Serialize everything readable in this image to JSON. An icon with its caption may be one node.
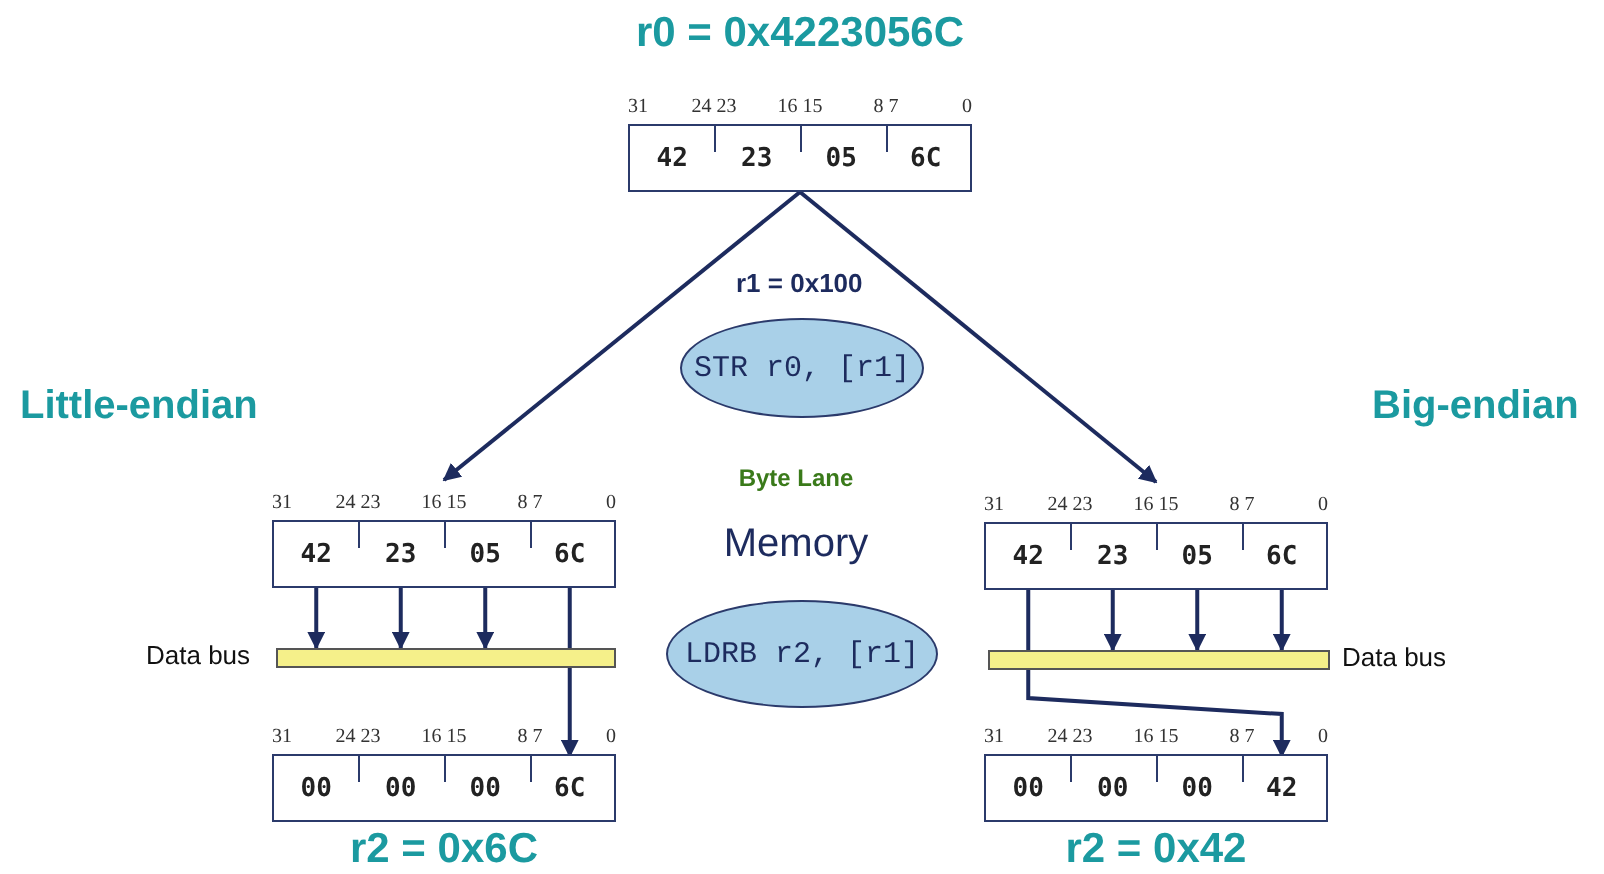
{
  "diagram": {
    "nodes": [
      {
        "text": [
          "r0 = 0x4223056C"
        ]
      },
      {
        "text": [
          "42"
        ],
        "in": 0
      },
      {
        "text": [
          "23"
        ],
        "in": 0
      },
      {
        "text": [
          "05"
        ],
        "in": 0
      },
      {
        "text": [
          "6C"
        ],
        "in": 0
      },
      {
        "text": [
          "STR r0, [r1]"
        ],
        "beside": [
          "r1 = 0x100"
        ]
      },
      {
        "text": [],
        "shape": "box"
      },
      {
        "text": [
          "42"
        ],
        "in": 6
      },
      {
        "text": [
          "23"
        ],
        "in": 6
      },
      {
        "text": [
          "05"
        ],
        "in": 6
      },
      {
        "text": [
          "6C"
        ],
        "in": 6
      },
      {
        "text": [],
        "shape": "box"
      },
      {
        "text": [
          "42"
        ],
        "in": 11
      },
      {
        "text": [
          "23"
        ],
        "in": 11
      },
      {
        "text": [
          "05"
        ],
        "in": 11
      },
      {
        "text": [
          "6C"
        ],
        "in": 11
      },
      {
        "text": [],
        "shape": "bar",
        "beside": [
          "Data bus"
        ]
      },
      {
        "text": [],
        "shape": "bar",
        "beside": [
          "Data bus"
        ]
      },
      {
        "text": [
          "LDRB r2, [r1]"
        ]
      },
      {
        "text": [
          "r2 = 0x6C"
        ]
      },
      {
        "text": [
          "00"
        ],
        "in": 19
      },
      {
        "text": [
          "00"
        ],
        "in": 19
      },
      {
        "text": [
          "00"
        ],
        "in": 19
      },
      {
        "text": [
          "6C"
        ],
        "in": 19
      },
      {
        "text": [
          "r2 = 0x42"
        ]
      },
      {
        "text": [
          "00"
        ],
        "in": 24
      },
      {
        "text": [
          "00"
        ],
        "in": 24
      },
      {
        "text": [
          "00"
        ],
        "in": 24
      },
      {
        "text": [
          "42"
        ],
        "in": 24
      }
    ],
    "edges": [
      {
        "from": 0,
        "to": 6,
        "arrow": "to"
      },
      {
        "from": 0,
        "to": 11,
        "arrow": "to"
      },
      {
        "from": 7,
        "to": 16,
        "arrow": "to"
      },
      {
        "from": 8,
        "to": 16,
        "arrow": "to"
      },
      {
        "from": 9,
        "to": 16,
        "arrow": "to"
      },
      {
        "from": 10,
        "to": 23,
        "arrow": "to"
      },
      {
        "from": 13,
        "to": 17,
        "arrow": "to"
      },
      {
        "from": 14,
        "to": 17,
        "arrow": "to"
      },
      {
        "from": 15,
        "to": 17,
        "arrow": "to"
      },
      {
        "from": 12,
        "to": 28,
        "arrow": "to"
      }
    ],
    "labels": [
      "31",
      "24 23",
      "16 15",
      "8 7",
      "0",
      "Little-endian",
      "Big-endian",
      "Byte Lane",
      "31",
      "24 23",
      "16 15",
      "8 7",
      "0",
      "31",
      "24 23",
      "16 15",
      "8 7",
      "0",
      "Memory",
      "31",
      "24 23",
      "16 15",
      "8 7",
      "0",
      "31",
      "24 23",
      "16 15",
      "8 7",
      "0"
    ]
  }
}
